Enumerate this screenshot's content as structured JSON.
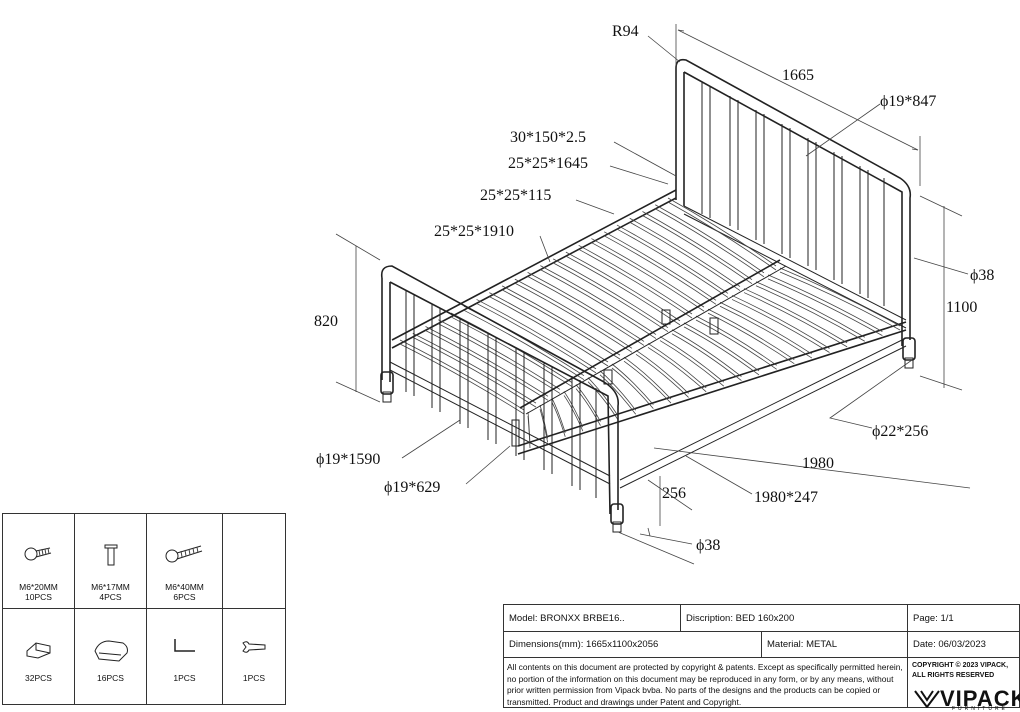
{
  "dimensions": {
    "r94": "R94",
    "d1665": "1665",
    "tube_19_847": "ϕ19*847",
    "plate_30_150": "30*150*2.5",
    "tube_25_1645": "25*25*1645",
    "tube_25_115": "25*25*115",
    "tube_25_1910": "25*25*1910",
    "d38_top": "ϕ38",
    "d1100": "1100",
    "d820": "820",
    "tube_22_256": "ϕ22*256",
    "tube_19_1590": "ϕ19*1590",
    "d1980": "1980",
    "tube_19_629": "ϕ19*629",
    "tube_1980_247": "1980*247",
    "d256": "256",
    "d38_bottom": "ϕ38"
  },
  "hardware": [
    {
      "name": "M6*20MM",
      "qty": "10PCS",
      "icon": "bolt-short-icon"
    },
    {
      "name": "M6*17MM",
      "qty": "4PCS",
      "icon": "barrel-nut-icon"
    },
    {
      "name": "M6*40MM",
      "qty": "6PCS",
      "icon": "bolt-long-icon"
    },
    {
      "name": "",
      "qty": "",
      "icon": ""
    },
    {
      "name": "",
      "qty": "32PCS",
      "icon": "slat-cap-icon"
    },
    {
      "name": "",
      "qty": "16PCS",
      "icon": "slat-holder-icon"
    },
    {
      "name": "",
      "qty": "1PCS",
      "icon": "allen-key-icon"
    },
    {
      "name": "",
      "qty": "1PCS",
      "icon": "spanner-icon"
    }
  ],
  "title_block": {
    "model": "Model: BRONXX BRBE16..",
    "description": "Discription: BED 160x200",
    "page": "Page: 1/1",
    "dimensions": "Dimensions(mm): 1665x1100x2056",
    "material": "Material: METAL",
    "date": "Date: 06/03/2023",
    "notice": "All contents on this document are protected by copyright & patents. Except as specifically permitted herein, no portion of the information on this document may be reproduced in any form, or by any means, without prior written permission from Vipack bvba. No parts of the designs and the products can be copied or transmitted. Product and drawings under Patent and Copyright.",
    "copyright": "COPYRIGHT © 2023 VIPACK, ALL RIGHTS RESERVED",
    "logo": "VIPACK",
    "logo_sub": "FURNITURE"
  }
}
